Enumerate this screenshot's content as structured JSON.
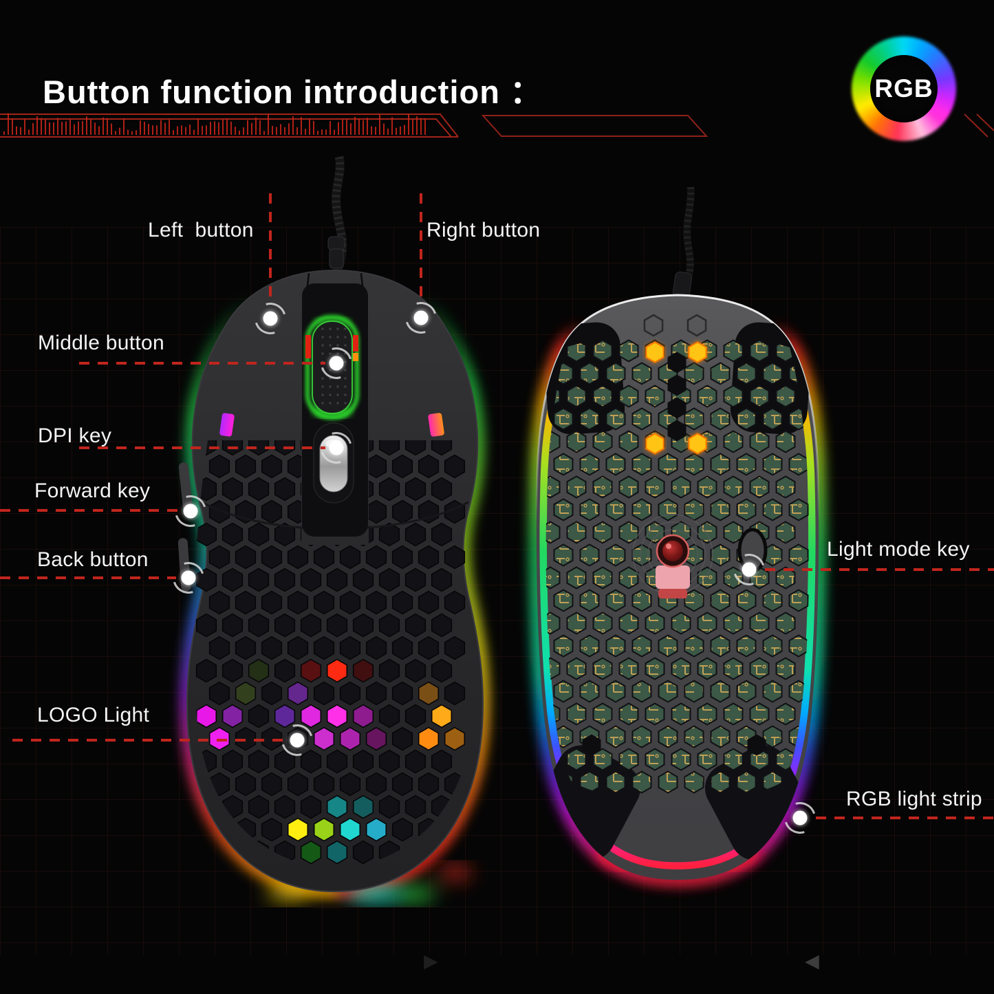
{
  "page": {
    "title": "Button function introduction ："
  },
  "badge": {
    "label": "RGB"
  },
  "callouts": {
    "left_button": {
      "label": "Left  button"
    },
    "right_button": {
      "label": "Right button"
    },
    "middle_button": {
      "label": "Middle button"
    },
    "dpi_key": {
      "label": "DPI key"
    },
    "forward_key": {
      "label": "Forward key"
    },
    "back_button": {
      "label": "Back button"
    },
    "logo_light": {
      "label": "LOGO Light"
    },
    "light_mode_key": {
      "label": "Light mode key"
    },
    "rgb_light_strip": {
      "label": "RGB light strip"
    }
  },
  "carousel": {
    "left_glyph": "▶",
    "right_glyph": "◀"
  },
  "colors": {
    "background": "#050505",
    "callout_line": "#c1251d",
    "label_text": "#f4f4f4",
    "decor_red": "#b2281c"
  }
}
